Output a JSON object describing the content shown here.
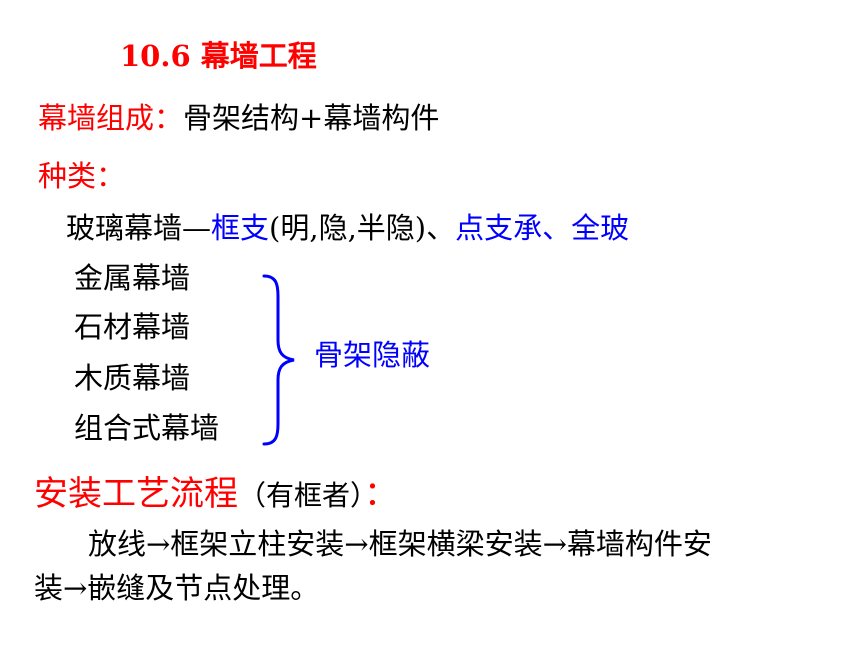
{
  "title": "10.6  幕墙工程",
  "composition": {
    "label": "幕墙组成：",
    "value": "骨架结构+幕墙构件"
  },
  "types_label": "种类：",
  "glass": {
    "name": "玻璃幕墙—",
    "frame": "框支",
    "frame_detail": "(明,隐,半隐)、",
    "point": "点支承、全玻"
  },
  "hidden_frame_items": [
    "金属幕墙",
    "石材幕墙",
    "木质幕墙",
    "组合式幕墙"
  ],
  "hidden_frame_label": "骨架隐蔽",
  "process": {
    "title": "安装工艺流程",
    "subtitle": "（有框者）",
    "colon": "：",
    "line1": "放线→框架立柱安装→框架横梁安装→幕墙构件安",
    "line2": "装→嵌缝及节点处理。"
  },
  "colors": {
    "heading": "#ff0000",
    "highlight": "#0000ff",
    "text": "#000000"
  }
}
